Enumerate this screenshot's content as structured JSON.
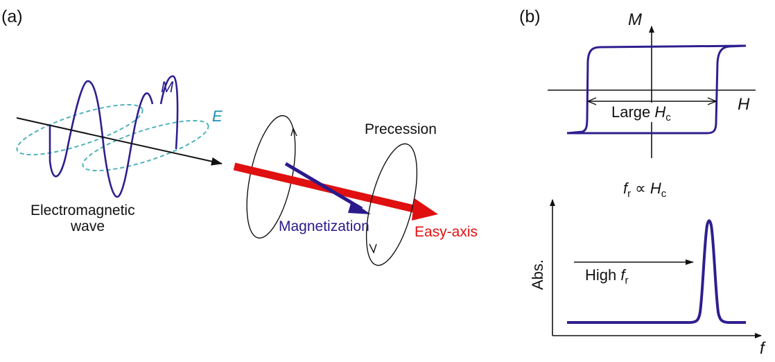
{
  "panel_a": {
    "label": "(a)",
    "wave_label": "Electromagnetic",
    "wave_label_2": "wave",
    "m_label": "M",
    "e_label": "E",
    "precession_label": "Precession",
    "magnetization_label": "Magnetization",
    "easy_axis_label": "Easy-axis"
  },
  "panel_b": {
    "label": "(b)",
    "hysteresis": {
      "y_axis": "M",
      "x_axis": "H",
      "annotation": "Large ",
      "annotation_symbol": "H",
      "annotation_sub": "c"
    },
    "relation": {
      "lhs": "f",
      "lhs_sub": "r",
      "op": "∝",
      "rhs": "H",
      "rhs_sub": "c"
    },
    "absorption": {
      "y_axis": "Abs.",
      "x_axis": "f",
      "annotation": "High ",
      "annotation_symbol": "f",
      "annotation_sub": "r"
    }
  },
  "colors": {
    "magnetization": "#2a1a8c",
    "easy_axis": "#e01010",
    "e_field": "#4fb2b8",
    "m_curve": "#2e1f8f",
    "axis": "#111111",
    "curve": "#2e1f8f"
  }
}
